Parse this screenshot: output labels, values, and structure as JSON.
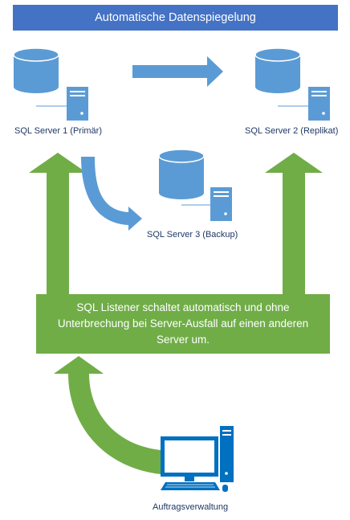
{
  "title": "Automatische Datenspiegelung",
  "servers": [
    {
      "label": "SQL Server 1 (Primär)"
    },
    {
      "label": "SQL Server 2 (Replikat)"
    },
    {
      "label": "SQL Server 3 (Backup)"
    }
  ],
  "listener_text": "SQL Listener schaltet automatisch und ohne Unterbrechung bei Server-Ausfall auf einen anderen Server um.",
  "client_label": "Auftragsverwaltung",
  "colors": {
    "title_bar": "#4472c4",
    "server_blue": "#5b9bd5",
    "arrow_blue": "#5b9bd5",
    "arrow_green": "#70ad47",
    "client_blue": "#0070c0"
  },
  "icons": [
    "database-icon",
    "server-tower-icon",
    "computer-icon"
  ]
}
